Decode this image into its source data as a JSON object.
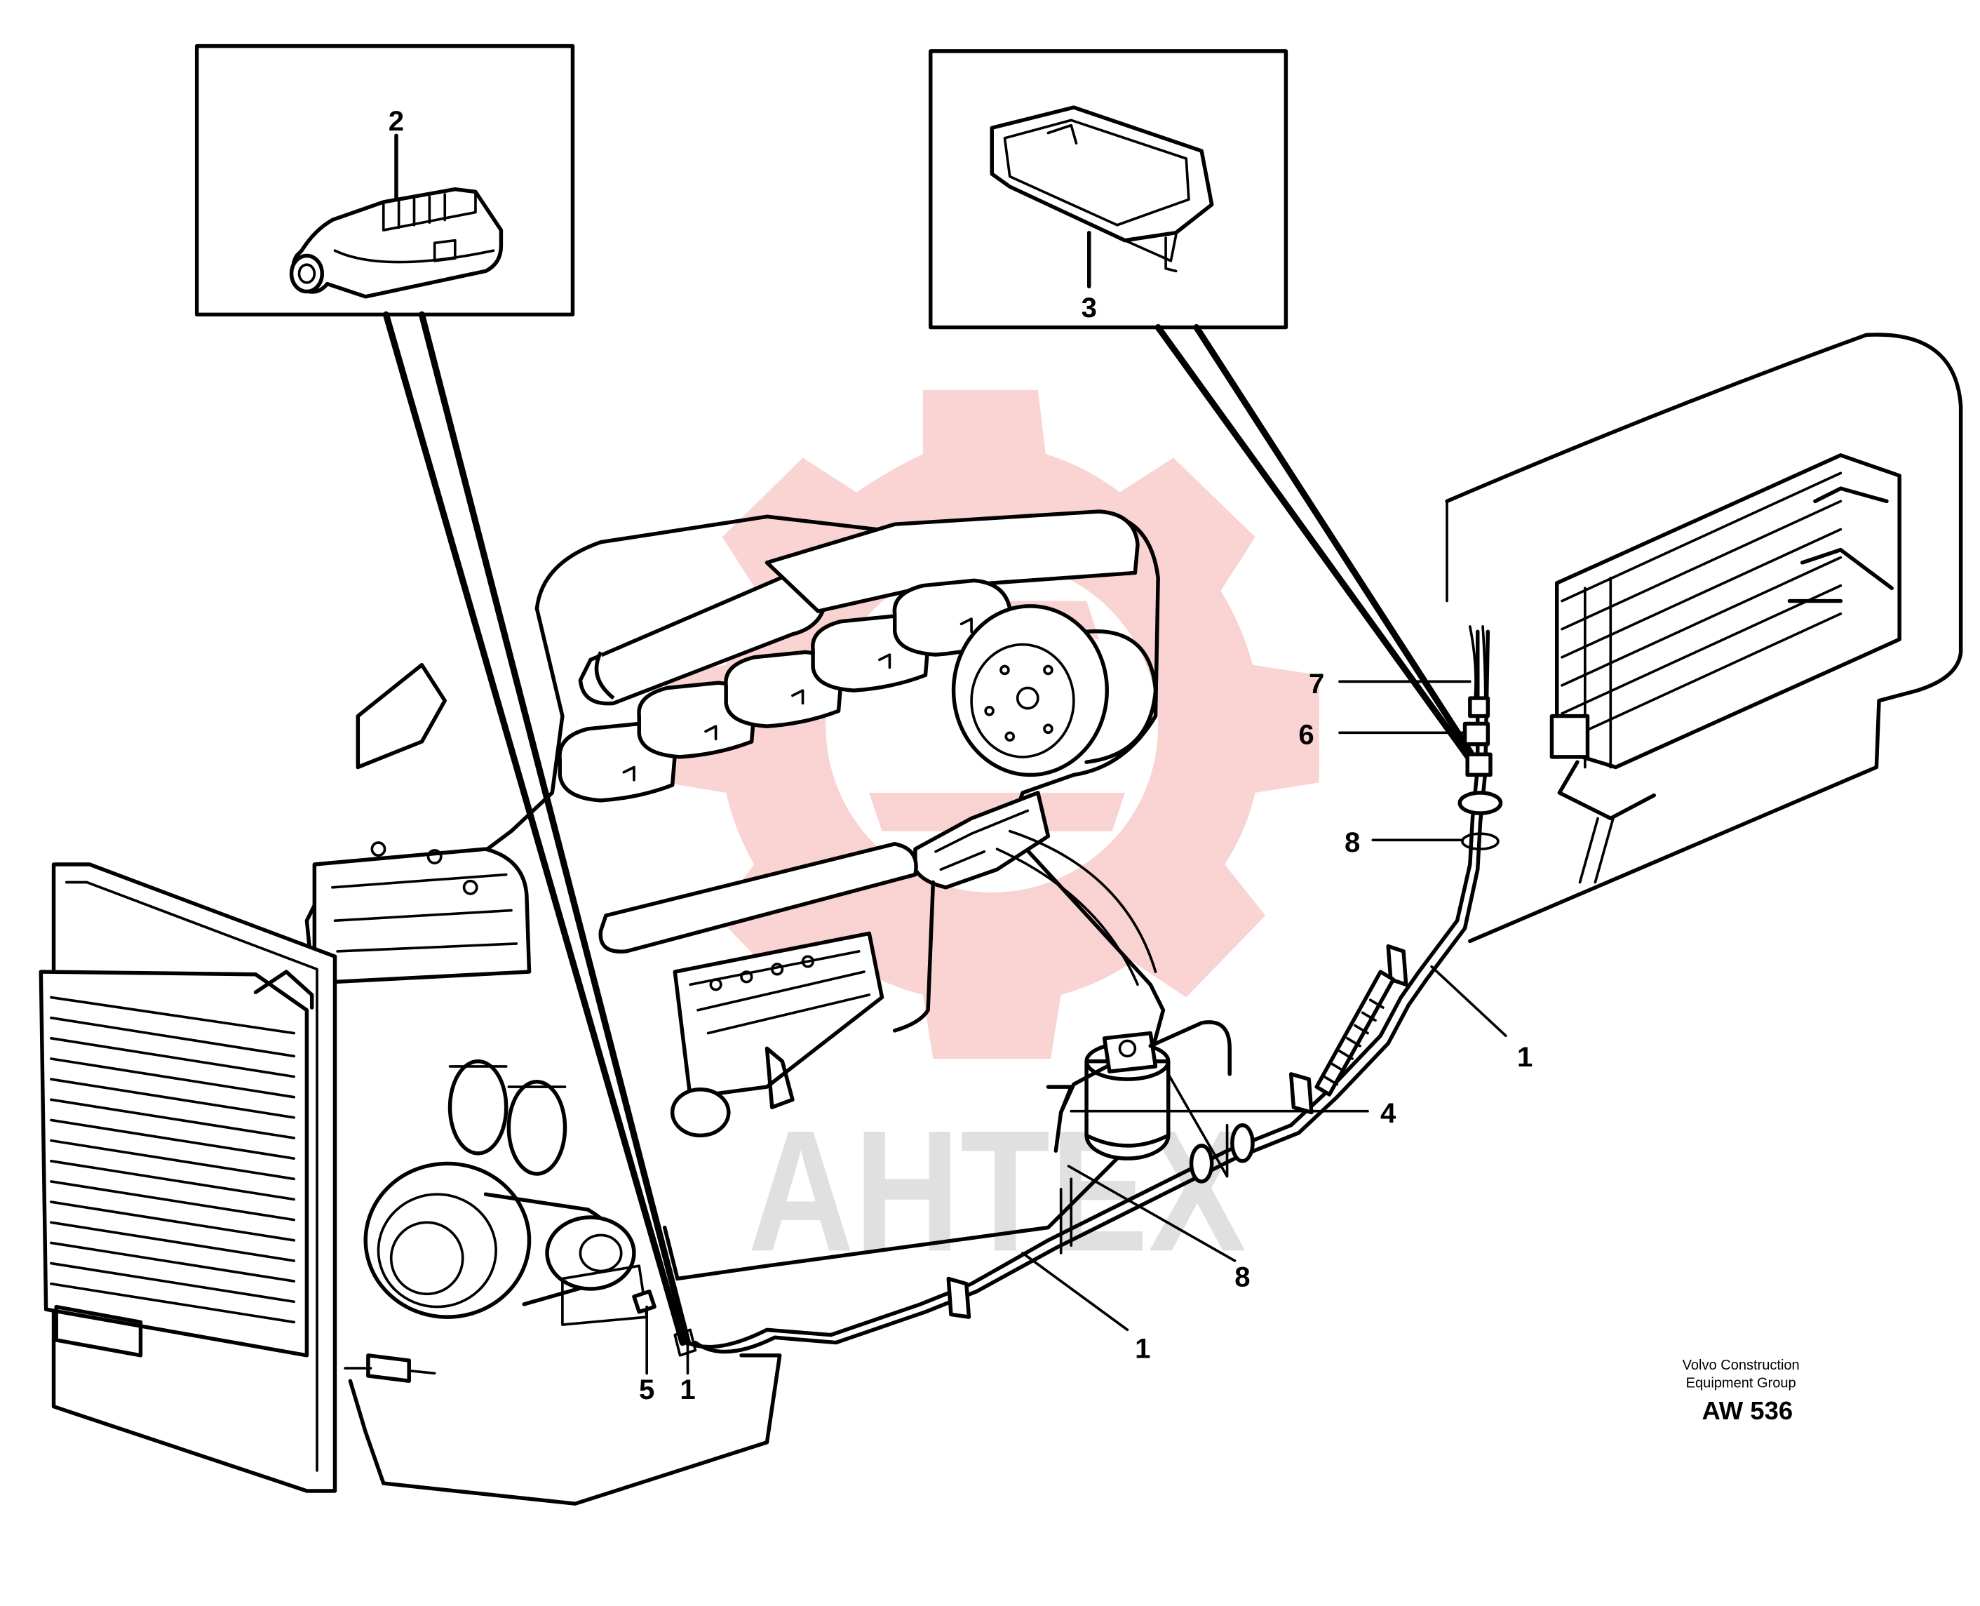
{
  "callouts": {
    "c2": "2",
    "c3": "3",
    "c7": "7",
    "c6": "6",
    "c8a": "8",
    "c1a": "1",
    "c4": "4",
    "c8b": "8",
    "c1b": "1",
    "c5": "5",
    "c1c": "1"
  },
  "caption": {
    "line1": "Volvo Construction",
    "line2": "Equipment Group",
    "code": "AW 536"
  },
  "watermark": {
    "text": "AHTEX",
    "color": "#f08080"
  },
  "icons": {
    "connector_inset": "connector-housing-icon",
    "bracket_inset": "clip-bracket-icon",
    "watermark_logo": "gear-logo-icon"
  }
}
